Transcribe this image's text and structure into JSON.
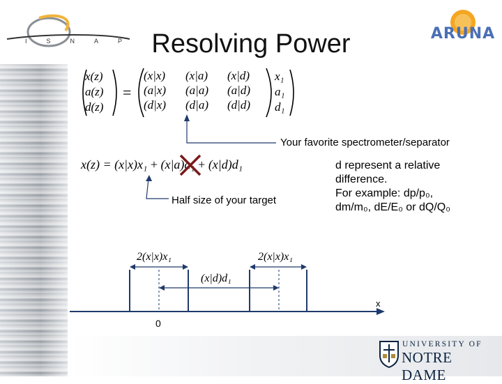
{
  "slide": {
    "title": "Resolving Power",
    "logos": {
      "isnap_letters": [
        "I",
        "S",
        "N",
        "A",
        "P"
      ],
      "aruna": "ARUNA",
      "university_line1": "UNIVERSITY OF",
      "university_line2": "NOTRE DAME"
    },
    "matrix_equation": {
      "lhs": [
        "x(z)",
        "a(z)",
        "d(z)"
      ],
      "matrix": [
        [
          "(x|x)",
          "(x|a)",
          "(x|d)"
        ],
        [
          "(a|x)",
          "(a|a)",
          "(a|d)"
        ],
        [
          "(d|x)",
          "(d|a)",
          "(d|d)"
        ]
      ],
      "rhs": [
        "x₁",
        "a₁",
        "d₁"
      ],
      "equals": "="
    },
    "annotations": {
      "spectrometer": "Your favorite spectrometer/separator",
      "half_size": "Half size of your target"
    },
    "x_equation": {
      "lhs": "x(z) =",
      "term1": "(x|x)x₁",
      "plus1": "+",
      "term2": "(x|a)a₁",
      "plus2": "+",
      "term3": "(x|d)d₁"
    },
    "description": {
      "line1": "d represent a relative",
      "line2": "difference.",
      "line3": "For example: dp/p₀,",
      "line4": "dm/m₀, dE/E₀ or dQ/Q₀"
    },
    "diagram": {
      "label_left": "2(x|x)x₁",
      "label_right": "2(x|x)x₁",
      "label_mid": "(x|d)d₁",
      "axis_label": "x",
      "origin_label": "0"
    },
    "colors": {
      "cross": "#7a1a1a",
      "lines": "#1f3a6b",
      "nd_blue": "#0c2340",
      "aruna_blue": "#4a6fb5",
      "aruna_sun": "#f4a623"
    }
  }
}
